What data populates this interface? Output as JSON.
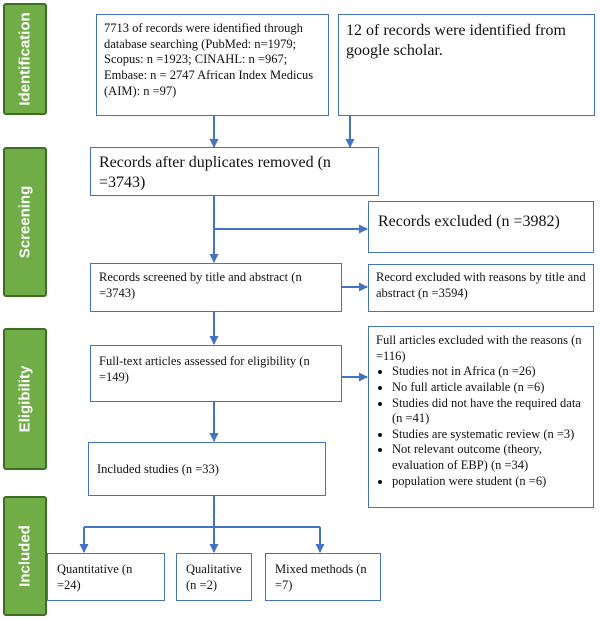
{
  "stages": {
    "identification": "Identification",
    "screening": "Screening",
    "eligibility": "Eligibility",
    "included": "Included"
  },
  "boxes": {
    "database_records": "7713 of records were identified through database searching (PubMed: n=1979; Scopus: n =1923; CINAHL: n =967; Embase: n = 2747 African Index Medicus (AIM): n =97)",
    "scholar_records": "12 of records were identified from google scholar.",
    "after_duplicates": "Records after duplicates removed (n =3743)",
    "records_excluded": "Records excluded (n =3982)",
    "screened_title_abstract": "Records screened by title and abstract (n =3743)",
    "excluded_title_abstract": "Record excluded with reasons by title and abstract (n =3594)",
    "full_text_assessed": "Full-text articles assessed for eligibility (n =149)",
    "included_studies": "Included studies (n =33)",
    "quantitative": "Quantitative (n =24)",
    "qualitative": "Qualitative (n =2)",
    "mixed_methods": "Mixed methods (n =7)"
  },
  "full_articles_excluded": {
    "heading": "Full articles excluded with the reasons (n =116)",
    "reasons": [
      "Studies not in Africa (n =26)",
      "No full article available (n =6)",
      "Studies did not have the required data (n =41)",
      "Studies are systematic review (n =3)",
      "Not relevant outcome (theory, evaluation of EBP) (n =34)",
      "population were student (n =6)"
    ]
  },
  "colors": {
    "stage_fill": "#70ad47",
    "box_border": "#4472c4",
    "arrow": "#4472c4"
  }
}
